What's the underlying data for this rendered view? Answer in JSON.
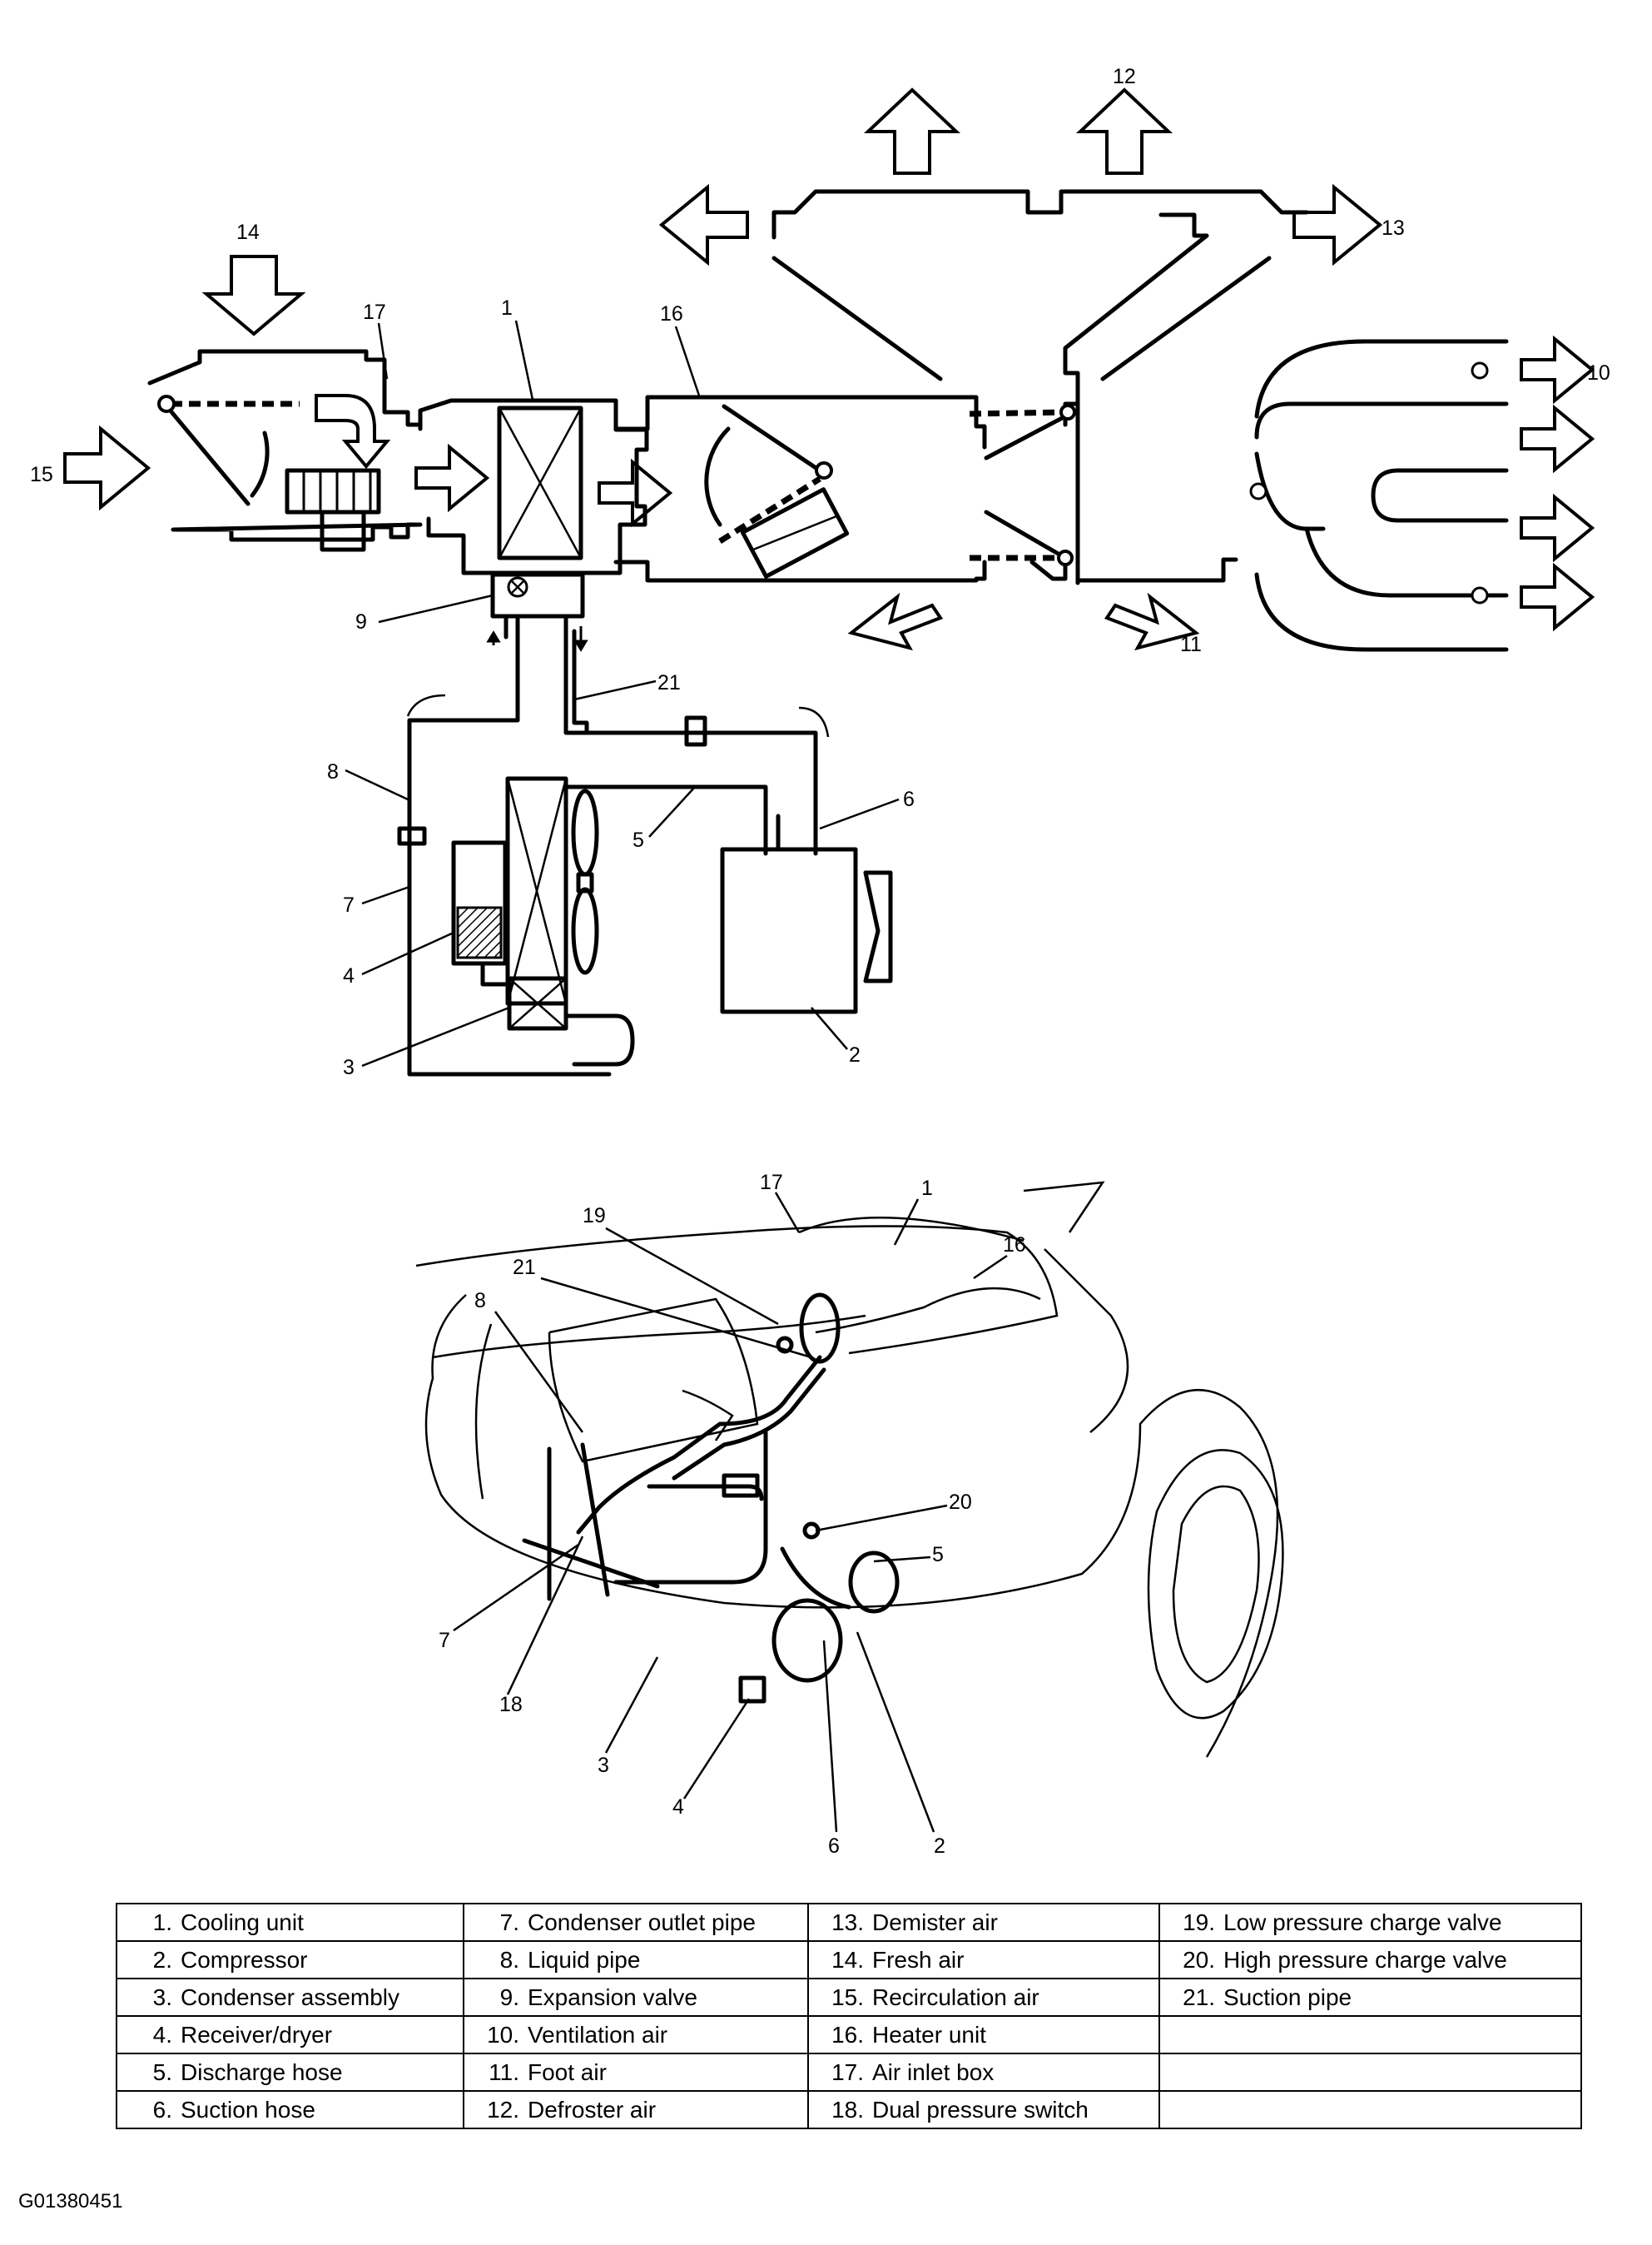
{
  "schematic_callouts": [
    "1",
    "2",
    "3",
    "4",
    "5",
    "6",
    "7",
    "8",
    "9",
    "10",
    "11",
    "12",
    "13",
    "14",
    "15",
    "16",
    "17",
    "21"
  ],
  "vehicle_callouts": [
    "1",
    "2",
    "3",
    "4",
    "5",
    "6",
    "7",
    "8",
    "16",
    "17",
    "18",
    "19",
    "20",
    "21"
  ],
  "legend": {
    "columns": [
      [
        {
          "num": "1.",
          "text": "Cooling unit"
        },
        {
          "num": "2.",
          "text": "Compressor"
        },
        {
          "num": "3.",
          "text": "Condenser assembly"
        },
        {
          "num": "4.",
          "text": "Receiver/dryer"
        },
        {
          "num": "5.",
          "text": "Discharge hose"
        },
        {
          "num": "6.",
          "text": "Suction hose"
        }
      ],
      [
        {
          "num": "7.",
          "text": "Condenser outlet pipe"
        },
        {
          "num": "8.",
          "text": "Liquid pipe"
        },
        {
          "num": "9.",
          "text": "Expansion valve"
        },
        {
          "num": "10.",
          "text": "Ventilation air"
        },
        {
          "num": "11.",
          "text": "Foot air"
        },
        {
          "num": "12.",
          "text": "Defroster air"
        }
      ],
      [
        {
          "num": "13.",
          "text": "Demister air"
        },
        {
          "num": "14.",
          "text": "Fresh air"
        },
        {
          "num": "15.",
          "text": "Recirculation air"
        },
        {
          "num": "16.",
          "text": "Heater unit"
        },
        {
          "num": "17.",
          "text": "Air inlet box"
        },
        {
          "num": "18.",
          "text": "Dual pressure switch"
        }
      ],
      [
        {
          "num": "19.",
          "text": "Low pressure charge valve"
        },
        {
          "num": "20.",
          "text": "High pressure charge valve"
        },
        {
          "num": "21.",
          "text": "Suction pipe"
        },
        {
          "num": "",
          "text": ""
        },
        {
          "num": "",
          "text": ""
        },
        {
          "num": "",
          "text": ""
        }
      ]
    ]
  },
  "figure_code": "G01380451"
}
